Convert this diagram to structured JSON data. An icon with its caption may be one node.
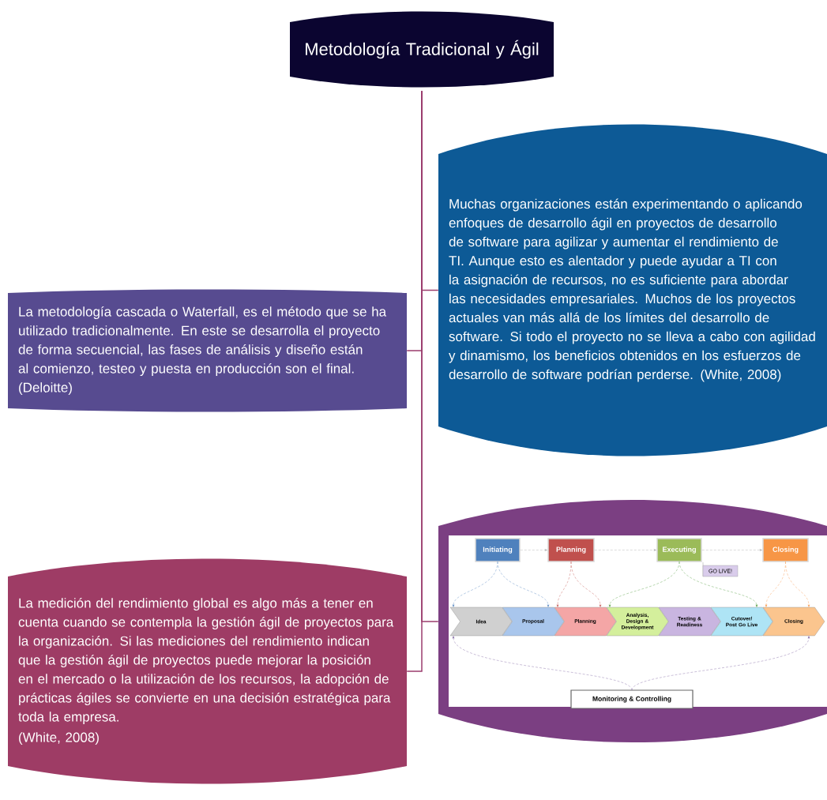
{
  "diagram": {
    "nodes": [
      {
        "text": [
          "Metodología Tradicional y Ágil"
        ]
      },
      {
        "text": [
          "La metodología cascada o Waterfall, es el método que se ha utilizado tradicionalmente. En este se desarrolla el proyecto de forma secuencial, las fases de análisis y diseño están al comienzo, testeo y puesta en producción son el final. (Deloitte)"
        ]
      },
      {
        "text": [
          "Muchas organizaciones están experimentando o aplicando enfoques de desarrollo ágil en proyectos de desarrollo de software para agilizar y aumentar el rendimiento de TI. Aunque esto es alentador y puede ayudar a TI con la asignación de recursos, no es suficiente para abordar las necesidades empresariales. Muchos de los proyectos actuales van más allá de los límites del desarrollo de software. Si todo el proyecto no se lleva a cabo con agilidad y dinamismo, los beneficios obtenidos en los esfuerzos de desarrollo de software podrían perderse. (White, 2008)"
        ]
      },
      {
        "text": [
          "La medición del rendimiento global es algo más a tener en cuenta cuando se contempla la gestión ágil de proyectos para la organización. Si las mediciones del rendimiento indican que la gestión ágil de proyectos puede mejorar la posición en el mercado o la utilización de los recursos, la adopción de prácticas ágiles se convierte en una decisión estratégica para toda la empresa.",
          "(White, 2008)"
        ]
      },
      {
        "text": [],
        "shape": "box"
      },
      {
        "text": [
          "Initiating"
        ],
        "in": 4
      },
      {
        "text": [
          "Planning"
        ],
        "in": 4
      },
      {
        "text": [
          "Executing"
        ],
        "in": 4
      },
      {
        "text": [
          "Closing"
        ],
        "in": 4
      },
      {
        "text": [
          "Idea"
        ],
        "in": 4
      },
      {
        "text": [
          "Proposal"
        ],
        "in": 4
      },
      {
        "text": [
          "Planning"
        ],
        "in": 4
      },
      {
        "text": [
          "Analysis, Design & Development"
        ],
        "in": 4
      },
      {
        "text": [
          "Testing & Readiness"
        ],
        "in": 4
      },
      {
        "text": [
          "Cutover/ Post Go Live"
        ],
        "in": 4
      },
      {
        "text": [
          "Closing"
        ],
        "in": 4
      },
      {
        "text": [
          "GO LIVE!"
        ],
        "in": 4
      },
      {
        "text": [
          "Monitoring & Controlling"
        ],
        "in": 4
      }
    ],
    "edges": [
      {
        "from": 0,
        "to": 1,
        "arrow": "none"
      },
      {
        "from": 0,
        "to": 2,
        "arrow": "none"
      },
      {
        "from": 0,
        "to": 3,
        "arrow": "none"
      },
      {
        "from": 0,
        "to": 4,
        "arrow": "none"
      },
      {
        "from": 5,
        "to": 6,
        "arrow": "to",
        "style": "dashed",
        "color": "#a6a6a6"
      },
      {
        "from": 6,
        "to": 7,
        "arrow": "to",
        "style": "dashed",
        "color": "#a6a6a6"
      },
      {
        "from": 7,
        "to": 8,
        "arrow": "to",
        "style": "dashed",
        "color": "#a6a6a6"
      },
      {
        "from": 5,
        "to": 9,
        "arrow": "to",
        "style": "dashed",
        "color": "#4f81bd"
      },
      {
        "from": 5,
        "to": 10,
        "arrow": "to",
        "style": "dashed",
        "color": "#4f81bd"
      },
      {
        "from": 6,
        "to": 11,
        "arrow": "to",
        "style": "dashed",
        "color": "#c0504d"
      },
      {
        "from": 6,
        "to": 11,
        "arrow": "to",
        "style": "dashed",
        "color": "#c0504d"
      },
      {
        "from": 7,
        "to": 12,
        "arrow": "to",
        "style": "dashed",
        "color": "#4e9a3a"
      },
      {
        "from": 7,
        "to": 14,
        "arrow": "to",
        "style": "dashed",
        "color": "#4e9a3a"
      },
      {
        "from": 8,
        "to": 15,
        "arrow": "to",
        "style": "dashed",
        "color": "#f79646"
      },
      {
        "from": 8,
        "to": 15,
        "arrow": "to",
        "style": "dashed",
        "color": "#f79646"
      },
      {
        "from": 17,
        "to": 9,
        "arrow": "to",
        "style": "dashed",
        "color": "#7b5fa0"
      },
      {
        "from": 17,
        "to": 15,
        "arrow": "to",
        "style": "dashed",
        "color": "#7b5fa0"
      }
    ]
  }
}
